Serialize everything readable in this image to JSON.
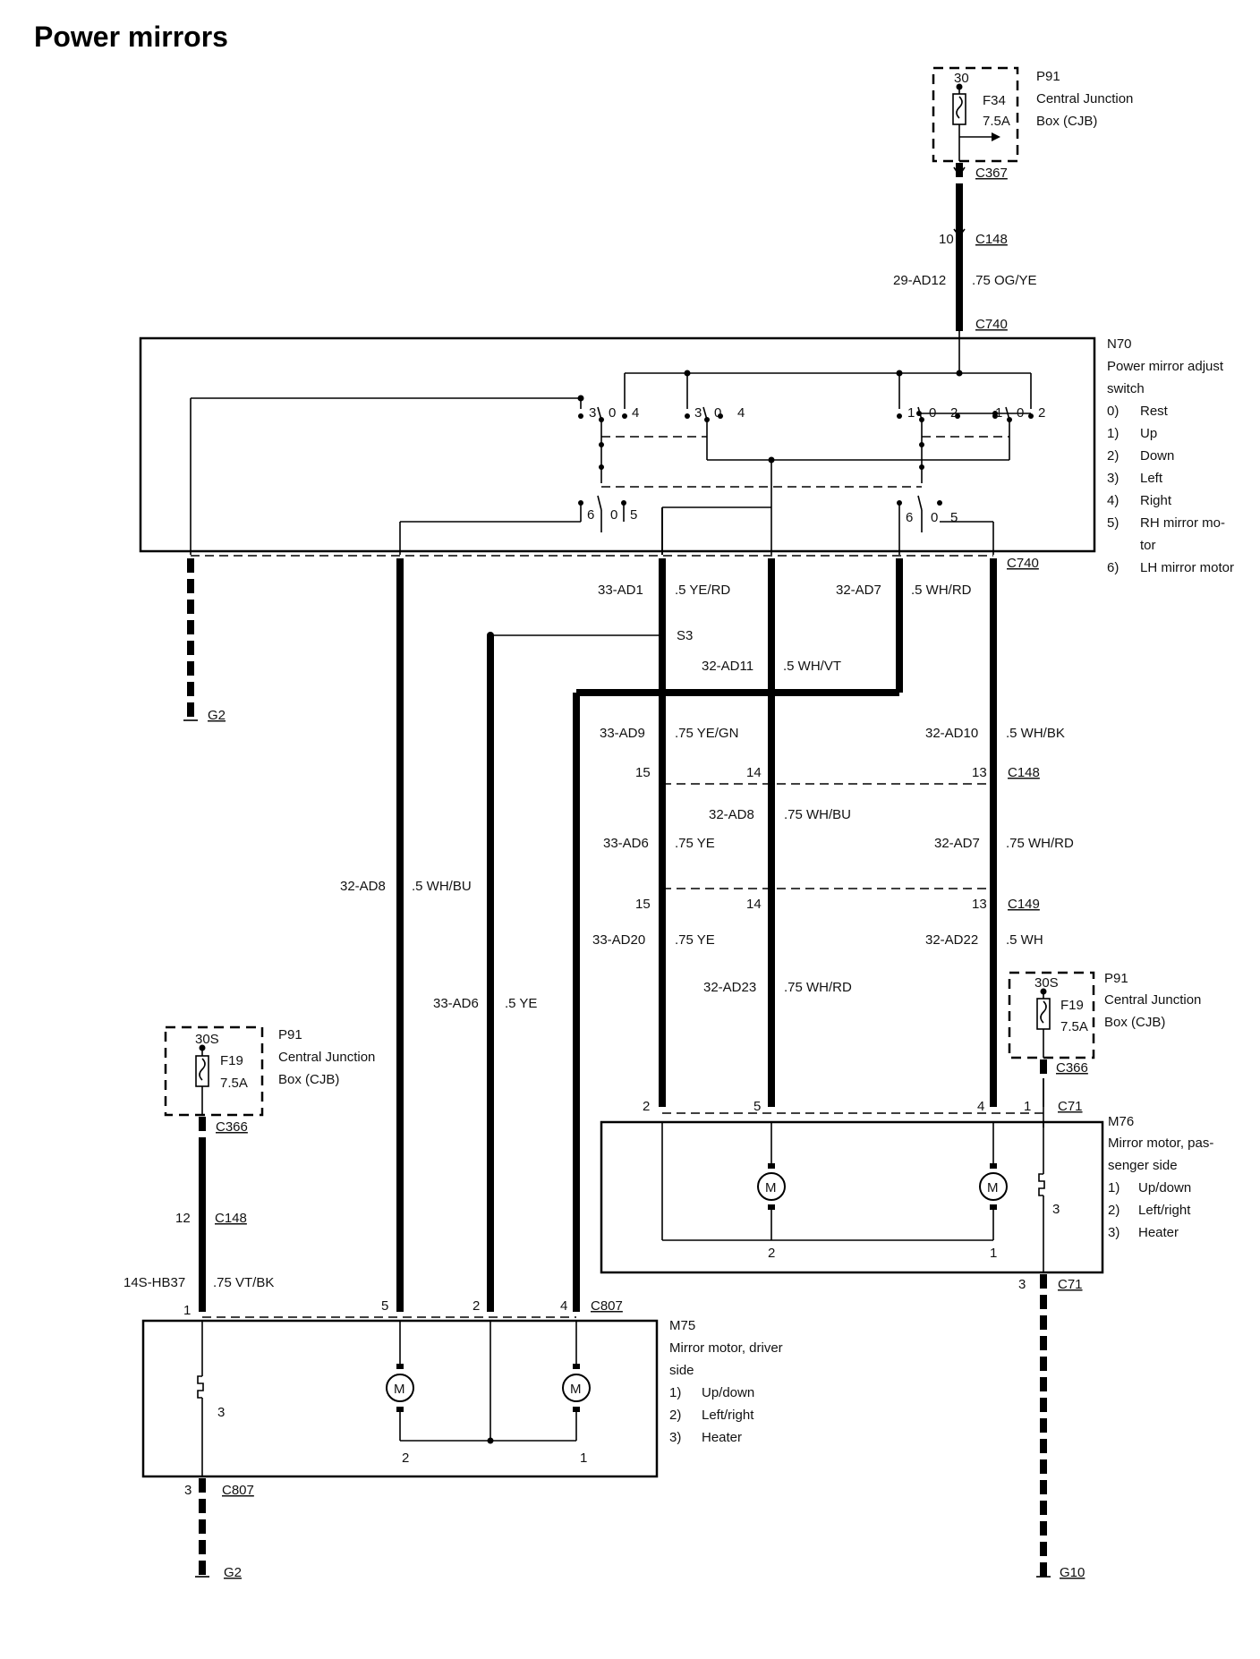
{
  "title": "Power mirrors",
  "fuse_top": {
    "pin": "30",
    "name": "F34",
    "rating": "7.5A",
    "ref": "P91",
    "desc1": "Central Junction",
    "desc2": "Box (CJB)",
    "connector": "C367"
  },
  "feed": {
    "pin": "10",
    "connector": "C148",
    "circuit": "29-AD12",
    "wire": ".75 OG/YE",
    "switch_connector": "C740"
  },
  "switch": {
    "ref": "N70",
    "desc1": "Power mirror adjust",
    "desc2": "switch",
    "legend": [
      {
        "n": "0)",
        "label": "Rest"
      },
      {
        "n": "1)",
        "label": "Up"
      },
      {
        "n": "2)",
        "label": "Down"
      },
      {
        "n": "3)",
        "label": "Left"
      },
      {
        "n": "4)",
        "label": "Right"
      },
      {
        "n": "5)",
        "label": "RH mirror mo-"
      },
      {
        "n": "",
        "label": "tor"
      },
      {
        "n": "6)",
        "label": "LH mirror motor"
      }
    ],
    "contacts_left_a": [
      "3",
      "0",
      "4"
    ],
    "contacts_left_b": [
      "3",
      "0",
      "4"
    ],
    "contacts_right_a": [
      "1",
      "0",
      "2"
    ],
    "contacts_right_b": [
      "1",
      "0",
      "2"
    ],
    "select_left": [
      "6",
      "0",
      "5"
    ],
    "select_right": [
      "6",
      "0",
      "5"
    ],
    "bottom_connector": "C740"
  },
  "ground_left_top": "G2",
  "splice": "S3",
  "wires": {
    "w1": {
      "circuit": "33-AD1",
      "color": ".5 YE/RD"
    },
    "w2": {
      "circuit": "32-AD7",
      "color": ".5 WH/RD"
    },
    "w3": {
      "circuit": "32-AD11",
      "color": ".5 WH/VT"
    },
    "w4": {
      "circuit": "33-AD9",
      "color": ".75 YE/GN"
    },
    "w5": {
      "circuit": "32-AD10",
      "color": ".5 WH/BK"
    },
    "w6": {
      "circuit": "32-AD8",
      "color": ".75 WH/BU"
    },
    "w7": {
      "circuit": "33-AD6",
      "color": ".75 YE"
    },
    "w8": {
      "circuit": "32-AD7",
      "color": ".75 WH/RD"
    },
    "w9": {
      "circuit": "33-AD20",
      "color": ".75 YE"
    },
    "w10": {
      "circuit": "32-AD22",
      "color": ".5 WH"
    },
    "w11": {
      "circuit": "32-AD23",
      "color": ".75 WH/RD"
    },
    "w12": {
      "circuit": "32-AD8",
      "color": ".5 WH/BU"
    },
    "w13": {
      "circuit": "33-AD6",
      "color": ".5 YE"
    },
    "w14": {
      "circuit": "14S-HB37",
      "color": ".75 VT/BK"
    }
  },
  "c148_mid": {
    "connector": "C148",
    "pins": [
      "15",
      "14",
      "13"
    ]
  },
  "c149": {
    "connector": "C149",
    "pins": [
      "15",
      "14",
      "13"
    ]
  },
  "fuse_right": {
    "pin": "30S",
    "name": "F19",
    "rating": "7.5A",
    "ref": "P91",
    "desc1": "Central Junction",
    "desc2": "Box (CJB)",
    "connector": "C366"
  },
  "fuse_left": {
    "pin": "30S",
    "name": "F19",
    "rating": "7.5A",
    "ref": "P91",
    "desc1": "Central Junction",
    "desc2": "Box (CJB)",
    "connector": "C366"
  },
  "left_feed": {
    "pin": "12",
    "connector": "C148"
  },
  "motor_pass": {
    "ref": "M76",
    "desc1": "Mirror motor, pas-",
    "desc2": "senger side",
    "legend": [
      {
        "n": "1)",
        "label": "Up/down"
      },
      {
        "n": "2)",
        "label": "Left/right"
      },
      {
        "n": "3)",
        "label": "Heater"
      }
    ],
    "pins_top": [
      "2",
      "5",
      "4",
      "1"
    ],
    "connector_top": "C71",
    "motor_labels": [
      "2",
      "1"
    ],
    "heater_label": "3",
    "pin_bottom": "3",
    "connector_bottom": "C71",
    "motor_symbol": "M"
  },
  "motor_driver": {
    "ref": "M75",
    "desc1": "Mirror motor, driver",
    "desc2": "side",
    "legend": [
      {
        "n": "1)",
        "label": "Up/down"
      },
      {
        "n": "2)",
        "label": "Left/right"
      },
      {
        "n": "3)",
        "label": "Heater"
      }
    ],
    "pins_top": [
      "1",
      "5",
      "2",
      "4"
    ],
    "connector_top": "C807",
    "motor_labels": [
      "2",
      "1"
    ],
    "heater_label": "3",
    "pin_bottom": "3",
    "connector_bottom": "C807",
    "motor_symbol": "M"
  },
  "ground_left_bottom": "G2",
  "ground_right_bottom": "G10"
}
